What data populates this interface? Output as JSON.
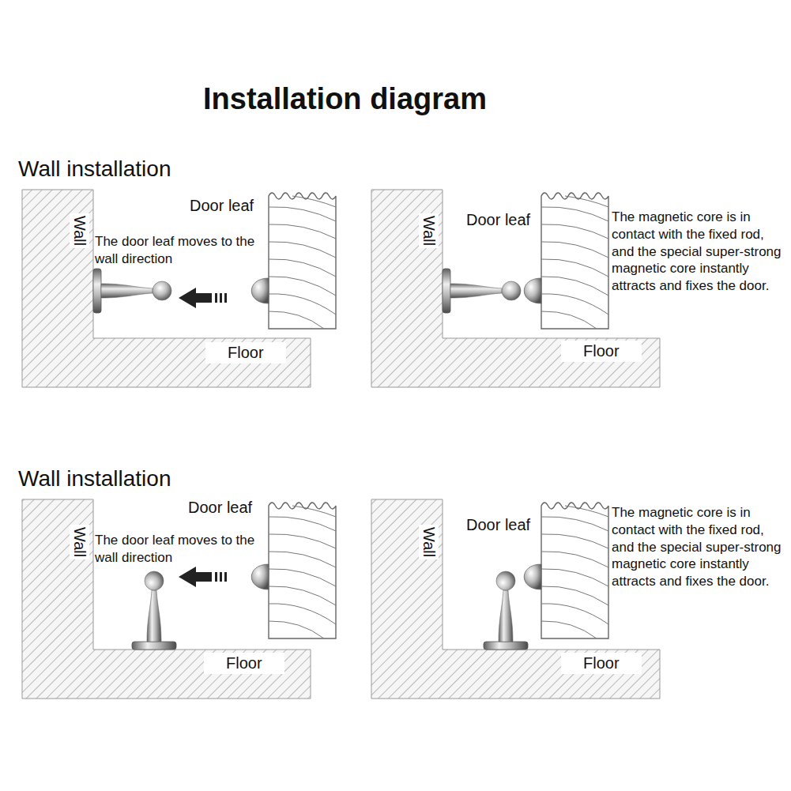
{
  "diagram": {
    "title": "Installation diagram",
    "labels": [
      "Wall installation",
      "Wall",
      "Door leaf",
      "The door leaf moves to the wall direction",
      "Floor",
      "Wall",
      "Door leaf",
      "The magnetic core is in contact with the fixed rod, and the special super-strong magnetic core instantly attracts and fixes the door.",
      "Floor",
      "Wall installation",
      "Wall",
      "Door leaf",
      "The door leaf moves to the wall direction",
      "Floor",
      "Wall",
      "Door leaf",
      "The magnetic core is in contact with the fixed rod, and the special super-strong magnetic core instantly attracts and fixes the door.",
      "Floor"
    ]
  }
}
